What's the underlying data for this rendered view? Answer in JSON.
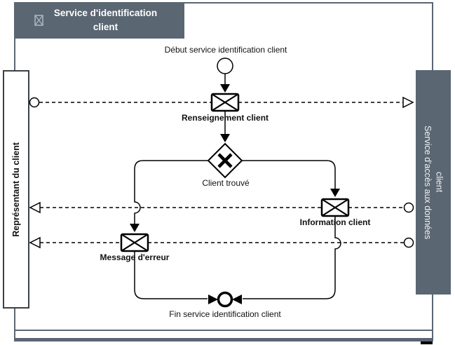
{
  "pool": {
    "title": "Service d'identification client",
    "icon": "collapsed-pool-icon"
  },
  "participants": {
    "left": {
      "label": "Représentant du client"
    },
    "right": {
      "label": "Service d'accès aux données client"
    }
  },
  "nodes": {
    "start_event": {
      "label": "Début service identification client",
      "type": "start-event"
    },
    "task_renseignement": {
      "label": "Renseignement client",
      "type": "message-event"
    },
    "gateway_client_trouve": {
      "label": "Client trouvé",
      "type": "exclusive-gateway"
    },
    "task_information": {
      "label": "Information client",
      "type": "message-event"
    },
    "task_erreur": {
      "label": "Message d'erreur",
      "type": "message-event"
    },
    "end_event": {
      "label": "Fin service identification client",
      "type": "end-event"
    }
  },
  "colors": {
    "pool_fill": "#5a6672",
    "pool_text": "#ffffff",
    "line": "#000000",
    "shape_fill": "#ffffff",
    "lane_border": "#3c4147"
  }
}
